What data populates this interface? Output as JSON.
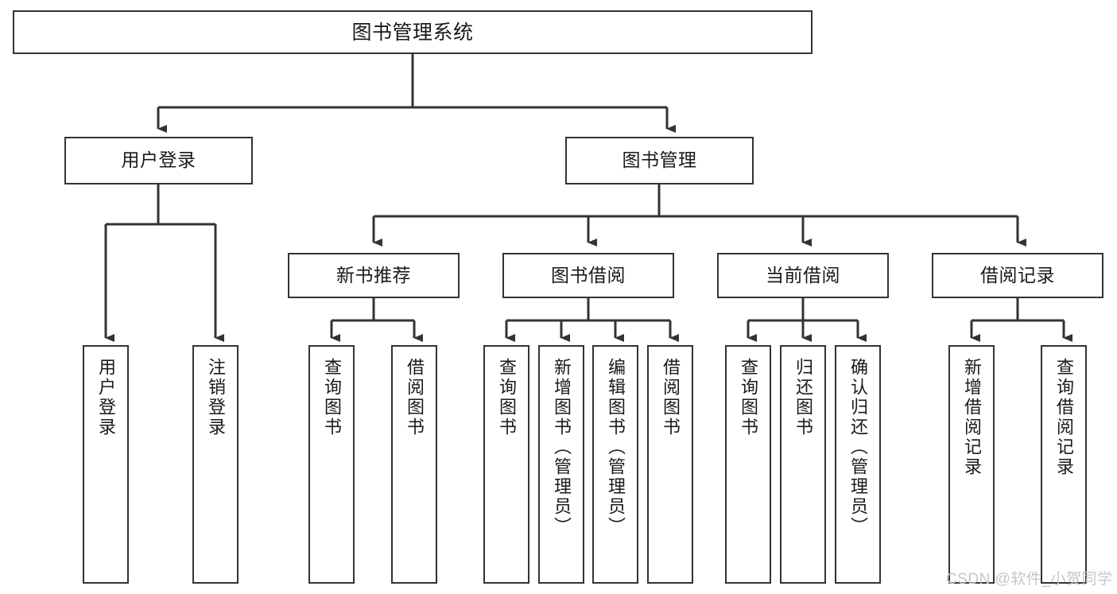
{
  "diagram": {
    "title": "图书管理系统",
    "type": "tree-hierarchy-diagram",
    "colors": {
      "stroke": "#333333",
      "fill": "#ffffff",
      "text": "#1a1a1a",
      "watermark": "#c6c6c6"
    },
    "nodes": {
      "root": {
        "label": "图书管理系统"
      },
      "level1": [
        {
          "id": "user-login",
          "label": "用户登录"
        },
        {
          "id": "book-management",
          "label": "图书管理"
        }
      ],
      "level2": [
        {
          "id": "new-book-recommend",
          "label": "新书推荐"
        },
        {
          "id": "book-borrow",
          "label": "图书借阅"
        },
        {
          "id": "current-borrow",
          "label": "当前借阅"
        },
        {
          "id": "borrow-record",
          "label": "借阅记录"
        }
      ],
      "leaves": [
        {
          "id": "leaf-user-login",
          "label": "用户登录",
          "parent": "user-login"
        },
        {
          "id": "leaf-logout-login",
          "label": "注销登录",
          "parent": "user-login"
        },
        {
          "id": "leaf-query-book-1",
          "label": "查询图书",
          "parent": "new-book-recommend"
        },
        {
          "id": "leaf-borrow-book-1",
          "label": "借阅图书",
          "parent": "new-book-recommend"
        },
        {
          "id": "leaf-query-book-2",
          "label": "查询图书",
          "parent": "book-borrow"
        },
        {
          "id": "leaf-add-book",
          "label": "新增图书（管理员）",
          "parent": "book-borrow"
        },
        {
          "id": "leaf-edit-book",
          "label": "编辑图书（管理员）",
          "parent": "book-borrow"
        },
        {
          "id": "leaf-borrow-book-2",
          "label": "借阅图书",
          "parent": "book-borrow"
        },
        {
          "id": "leaf-query-book-3",
          "label": "查询图书",
          "parent": "current-borrow"
        },
        {
          "id": "leaf-return-book",
          "label": "归还图书",
          "parent": "current-borrow"
        },
        {
          "id": "leaf-confirm-return",
          "label": "确认归还（管理员）",
          "parent": "current-borrow"
        },
        {
          "id": "leaf-add-record",
          "label": "新增借阅记录",
          "parent": "borrow-record"
        },
        {
          "id": "leaf-query-record",
          "label": "查询借阅记录",
          "parent": "borrow-record"
        }
      ]
    }
  },
  "watermark": {
    "text": "CSDN @软件_小贺同学"
  }
}
